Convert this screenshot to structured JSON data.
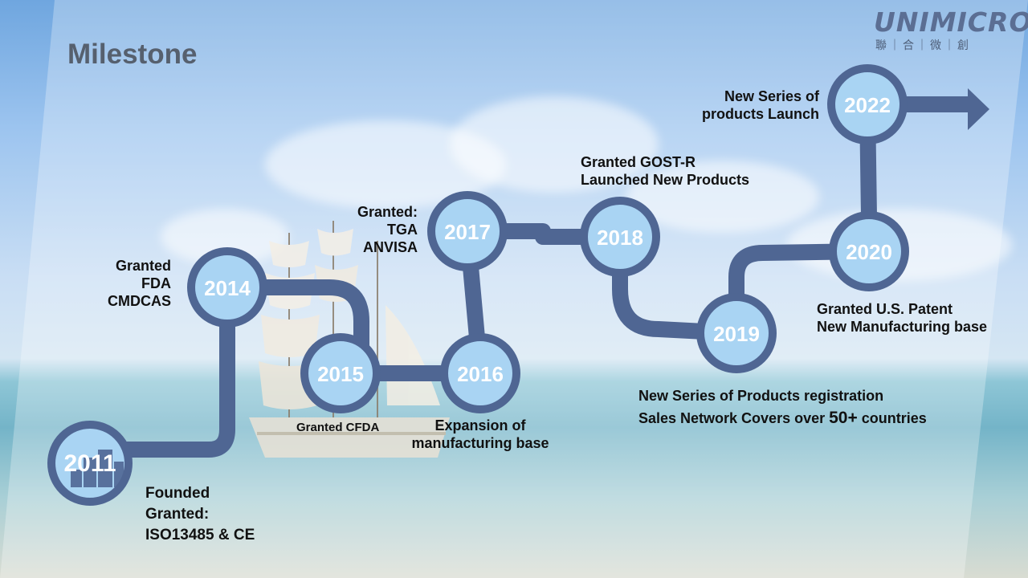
{
  "page": {
    "title": "Milestone"
  },
  "logo": {
    "brand": "UNIMICRO",
    "subtitle": "聯｜合｜微｜創"
  },
  "milestones": [
    {
      "year": "2011",
      "lines": [
        "Founded",
        "Granted:",
        "ISO13485 & CE"
      ]
    },
    {
      "year": "2014",
      "lines": [
        "Granted",
        "FDA",
        "CMDCAS"
      ]
    },
    {
      "year": "2015",
      "lines": [
        "Granted CFDA"
      ]
    },
    {
      "year": "2016",
      "lines": [
        "Expansion of",
        "manufacturing base"
      ]
    },
    {
      "year": "2017",
      "lines": [
        "Granted:",
        "TGA",
        "ANVISA"
      ]
    },
    {
      "year": "2018",
      "lines": [
        "Granted GOST-R",
        "Launched New Products"
      ]
    },
    {
      "year": "2019",
      "lines": [
        "New Series of Products registration"
      ],
      "line2_prefix": "Sales Network Covers over ",
      "line2_emph": "50+",
      "line2_suffix": " countries"
    },
    {
      "year": "2020",
      "lines": [
        "Granted U.S. Patent",
        "New Manufacturing base"
      ]
    },
    {
      "year": "2022",
      "lines": [
        "New Series of",
        "products Launch"
      ]
    }
  ],
  "colors": {
    "path": "#4f6693",
    "node_fill": "#a9d4f3",
    "node_ring": "#4f6693",
    "text": "#111111"
  }
}
